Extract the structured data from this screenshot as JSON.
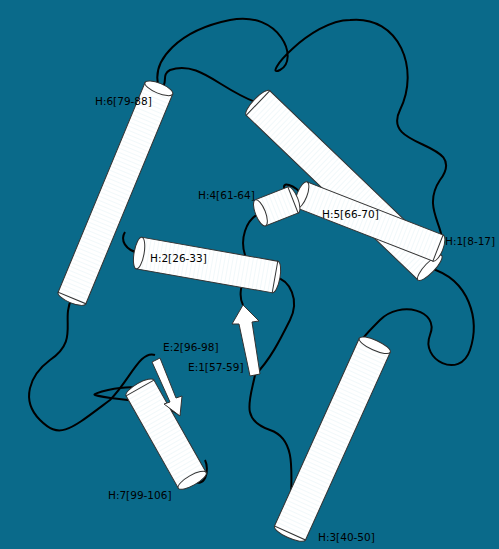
{
  "diagram": {
    "labels": [
      "H:6[79-88]",
      "H:4[61-64]",
      "H:5[66-70]",
      "H:1[8-17]",
      "H:2[26-33]",
      "E:2[96-98]",
      "E:1[57-59]",
      "H:7[99-106]",
      "H:3[40-50]"
    ]
  }
}
